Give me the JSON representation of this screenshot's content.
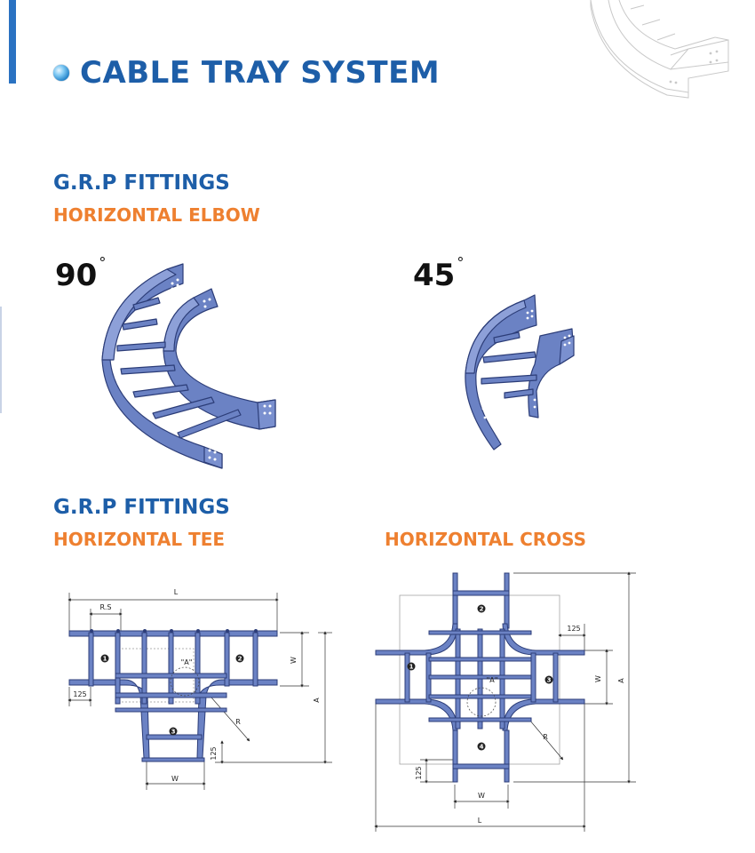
{
  "header": {
    "title": "CABLE TRAY SYSTEM"
  },
  "sections": [
    {
      "title": "G.R.P FITTINGS",
      "subtitle": "HORIZONTAL ELBOW",
      "items": [
        {
          "angle": "90",
          "symbol": "°"
        },
        {
          "angle": "45",
          "symbol": "°"
        }
      ]
    },
    {
      "title": "G.R.P FITTINGS",
      "subtitle_tee": "HORIZONTAL TEE",
      "subtitle_cross": "HORIZONTAL CROSS"
    }
  ],
  "tee_diagram": {
    "dims": {
      "L": "L",
      "RS": "R.S",
      "W_right": "W",
      "A": "A",
      "R": "R",
      "d125_left": "125",
      "d125_bottom": "125",
      "W_bottom": "W",
      "view": "\"A\""
    },
    "markers": [
      "1",
      "2",
      "3"
    ]
  },
  "cross_diagram": {
    "dims": {
      "d125_top": "125",
      "W_right": "W",
      "A": "A",
      "R": "R",
      "d125_bottom": "125",
      "W_bottom": "W",
      "L": "L",
      "view": "\"A\""
    },
    "markers": [
      "1",
      "2",
      "3",
      "4"
    ]
  },
  "colors": {
    "title_blue": "#1d5ea8",
    "subtitle_orange": "#ee8030",
    "tray_fill": "#6b82c4",
    "tray_stroke": "#2c3d78"
  }
}
